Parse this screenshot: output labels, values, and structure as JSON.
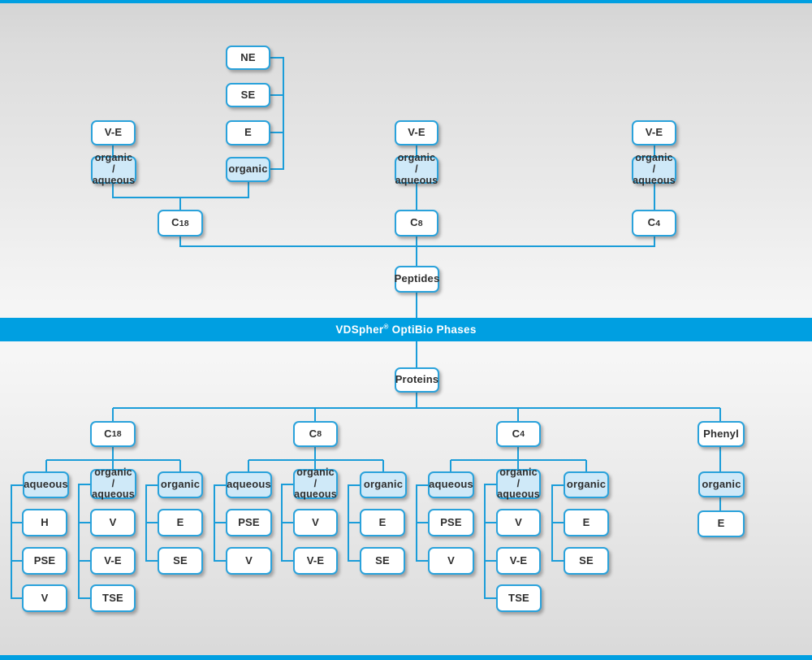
{
  "chrome": {
    "accent_blue": "#009fe1",
    "line_blue": "#1b9dd9",
    "box_fill_white": "#ffffff",
    "box_fill_light_blue": "#cfe9f8"
  },
  "banner": {
    "brand": "VDSpher",
    "registered_mark": "®",
    "title_rest": "OptiBio Phases"
  },
  "peptides": {
    "root": "Peptides",
    "elution_rail": {
      "ne": "NE",
      "se": "SE",
      "e": "E",
      "mode": "organic"
    },
    "c18_col": {
      "variant": "V-E",
      "mode_line1": "organic /",
      "mode_line2": "aqueous",
      "phase_prefix": "C",
      "phase_number": "18"
    },
    "c8_col": {
      "variant": "V-E",
      "mode_line1": "organic /",
      "mode_line2": "aqueous",
      "phase_prefix": "C",
      "phase_number": "8"
    },
    "c4_col": {
      "variant": "V-E",
      "mode_line1": "organic /",
      "mode_line2": "aqueous",
      "phase_prefix": "C",
      "phase_number": "4"
    }
  },
  "proteins": {
    "root": "Proteins",
    "c18": {
      "phase_prefix": "C",
      "phase_number": "18",
      "aqueous": {
        "label": "aqueous",
        "children": [
          "H",
          "PSE",
          "V"
        ]
      },
      "organic_aqueous": {
        "line1": "organic /",
        "line2": "aqueous",
        "children": [
          "V",
          "V-E",
          "TSE"
        ]
      },
      "organic": {
        "label": "organic",
        "children": [
          "E",
          "SE"
        ]
      }
    },
    "c8": {
      "phase_prefix": "C",
      "phase_number": "8",
      "aqueous": {
        "label": "aqueous",
        "children": [
          "PSE",
          "V"
        ]
      },
      "organic_aqueous": {
        "line1": "organic /",
        "line2": "aqueous",
        "children": [
          "V",
          "V-E"
        ]
      },
      "organic": {
        "label": "organic",
        "children": [
          "E",
          "SE"
        ]
      }
    },
    "c4": {
      "phase_prefix": "C",
      "phase_number": "4",
      "aqueous": {
        "label": "aqueous",
        "children": [
          "PSE",
          "V"
        ]
      },
      "organic_aqueous": {
        "line1": "organic /",
        "line2": "aqueous",
        "children": [
          "V",
          "V-E",
          "TSE"
        ]
      },
      "organic": {
        "label": "organic",
        "children": [
          "E",
          "SE"
        ]
      }
    },
    "phenyl": {
      "label": "Phenyl",
      "organic": "organic",
      "children": [
        "E"
      ]
    }
  }
}
